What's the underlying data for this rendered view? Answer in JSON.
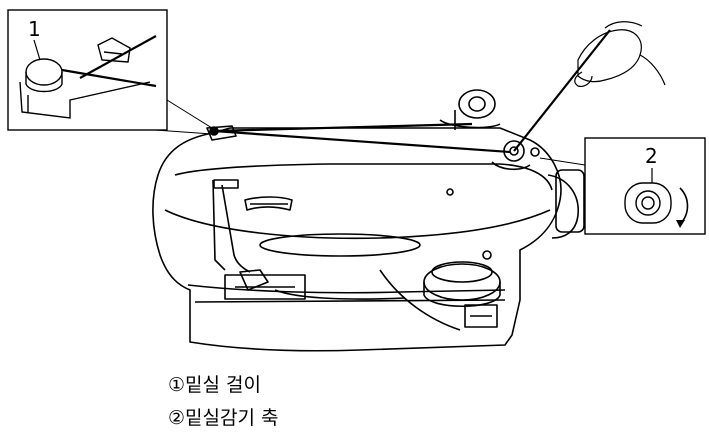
{
  "callouts": [
    {
      "number": "1",
      "label": "밑실 걸이"
    },
    {
      "number": "2",
      "label": "밑실감기 축"
    }
  ],
  "legend": [
    {
      "marker": "①",
      "text": "밑실 걸이"
    },
    {
      "marker": "②",
      "text": "밑실감기 축"
    }
  ],
  "colors": {
    "line": "#000000",
    "background": "#ffffff"
  }
}
